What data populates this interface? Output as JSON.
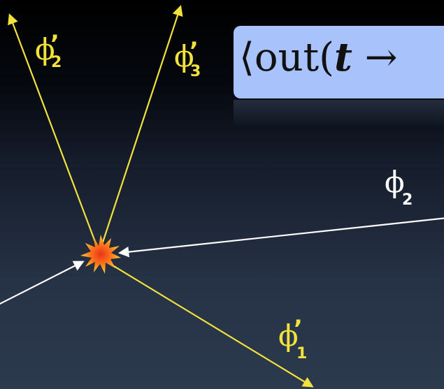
{
  "formula": {
    "open": "⟨out(",
    "variable": "t",
    "arrow": " →"
  },
  "particles": {
    "phi2_prime": {
      "symbol": "ϕ",
      "prime": "’",
      "subscript": "2"
    },
    "phi3_prime": {
      "symbol": "ϕ",
      "prime": "’",
      "subscript": "3"
    },
    "phi1_prime": {
      "symbol": "ϕ",
      "prime": "’",
      "subscript": "1"
    },
    "phi2": {
      "symbol": "ϕ",
      "subscript": "2"
    }
  },
  "colors": {
    "outgoing": "#f2e23c",
    "incoming": "#ffffff",
    "formula_bg": "#a8c3fc",
    "collision": "#ff7a1a"
  }
}
